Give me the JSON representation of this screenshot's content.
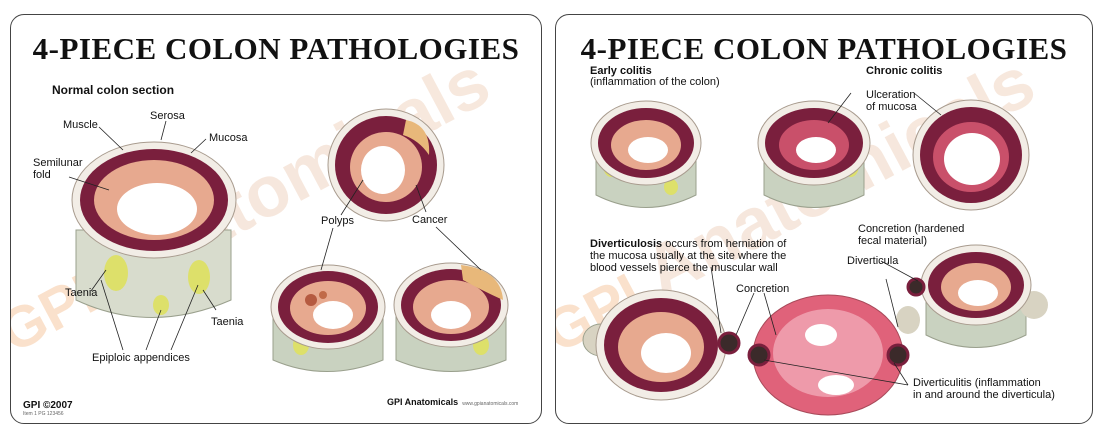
{
  "left": {
    "title": "4-PIECE COLON PATHOLOGIES",
    "subtitle": "Normal colon section",
    "labels": {
      "serosa": "Serosa",
      "muscle": "Muscle",
      "mucosa": "Mucosa",
      "semilunar_fold": "Semilunar\nfold",
      "taenia_left": "Taenia",
      "taenia_right": "Taenia",
      "epiploic": "Epiploic appendices",
      "polyps": "Polyps",
      "cancer": "Cancer"
    },
    "watermark_g": "GPI",
    "watermark": "Anatomicals",
    "copyright": "GPI ©2007",
    "fine_print": "Item 1 PG 123456",
    "brand": "GPI Anatomicals",
    "url": "www.gpianatomicals.com"
  },
  "right": {
    "title": "4-PIECE COLON PATHOLOGIES",
    "early_colitis": "Early colitis",
    "early_colitis_desc": "(inflammation of the colon)",
    "chronic_colitis": "Chronic colitis",
    "ulceration": "Ulceration\nof mucosa",
    "diverticulosis_term": "Diverticulosis",
    "diverticulosis_text": " occurs from herniation of\nthe mucosa usually at the site where the\nblood vessels pierce the muscular wall",
    "concretion_hardened": "Concretion (hardened\nfecal material)",
    "diverticula": "Diverticula",
    "concretion": "Concretion",
    "diverticulitis": "Diverticulitis (inflammation\nin and around the diverticula)",
    "watermark_g": "GPI",
    "watermark": "Anatomicals"
  },
  "colors": {
    "muscle": "#7a1f3d",
    "mucosa": "#e7a98f",
    "serosa": "#f2ede6",
    "base": "#c9d2c0",
    "fat": "#dde06a",
    "inflamed": "#e0627a"
  }
}
